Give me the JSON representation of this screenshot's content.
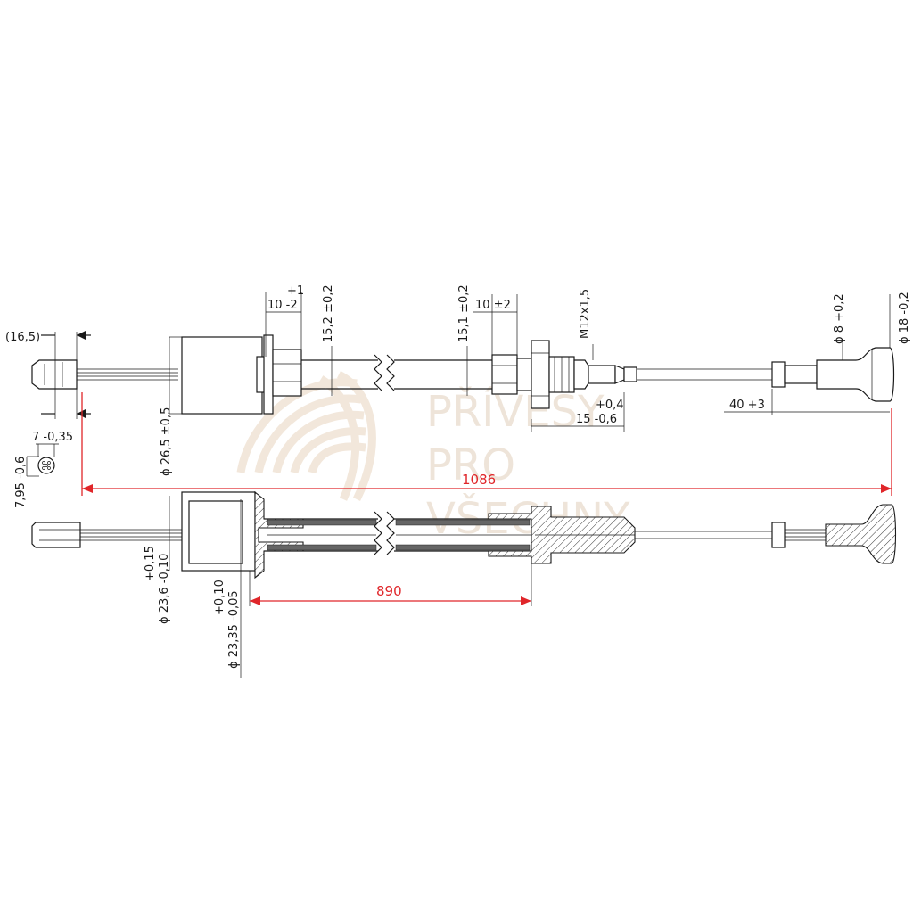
{
  "dimensions": {
    "d1": "(16,5)",
    "d2": "7 -0,35",
    "d3": "7,95 -0,6",
    "d4": "+1",
    "d5": "10 -2",
    "d6": "15,2 ±0,2",
    "d7": "ϕ 26,5 ±0,5",
    "d8": "15,1 ±0,2",
    "d9": "10 ±2",
    "d10": "M12x1,5",
    "d11": "+0,4",
    "d12": "15 -0,6",
    "d13": "ϕ 8 +0,2",
    "d14": "ϕ 18 -0,2",
    "d15": "40 +3",
    "d16": "+0,15",
    "d17": "ϕ 23,6 -0,10",
    "d18": "+0,10",
    "d19": "ϕ 23,35 -0,05"
  },
  "main_dimensions": {
    "total_length": "1086",
    "sheath_length": "890"
  },
  "watermark": {
    "line1": "PŘÍVĚSY",
    "line2": "PRO",
    "line3": "VŠECHNY"
  },
  "colors": {
    "line": "#1a1a1a",
    "dimension_red": "#e0262a",
    "watermark": "#e9dccd"
  }
}
